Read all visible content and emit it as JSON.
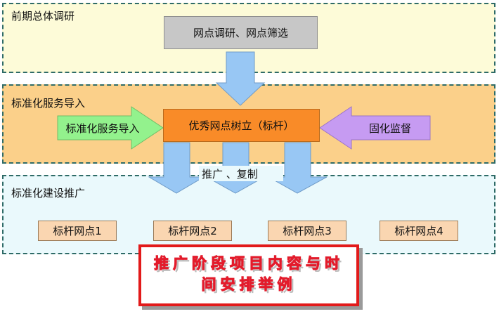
{
  "stages": {
    "research": "前期总体调研",
    "service": "标准化服务导入",
    "build": "标准化建设推广"
  },
  "nodes": {
    "survey": "网点调研、网点筛选",
    "benchmark": "优秀网点树立（标杆）",
    "left_arrow": "标准化服务导入",
    "right_arrow": "固化监督",
    "promote": "推广 、复制"
  },
  "benchmarks": [
    "标杆网点1",
    "标杆网点2",
    "标杆网点3",
    "标杆网点4"
  ],
  "caption": {
    "line1": "推广阶段项目内容与时",
    "line2": "间安排举例"
  },
  "colors": {
    "band_top": "#fdfbd8",
    "band_mid": "#fbd08a",
    "band_bottom": "#eaf9fc",
    "survey_box": "#c7c7c7",
    "benchmark_box": "#f98b28",
    "benchmark_node": "#fad6b1",
    "arrow_blue": "#98c7f4",
    "arrow_green": "#93f28d",
    "arrow_purple": "#c69bf2",
    "caption_border": "#e21a1a"
  }
}
